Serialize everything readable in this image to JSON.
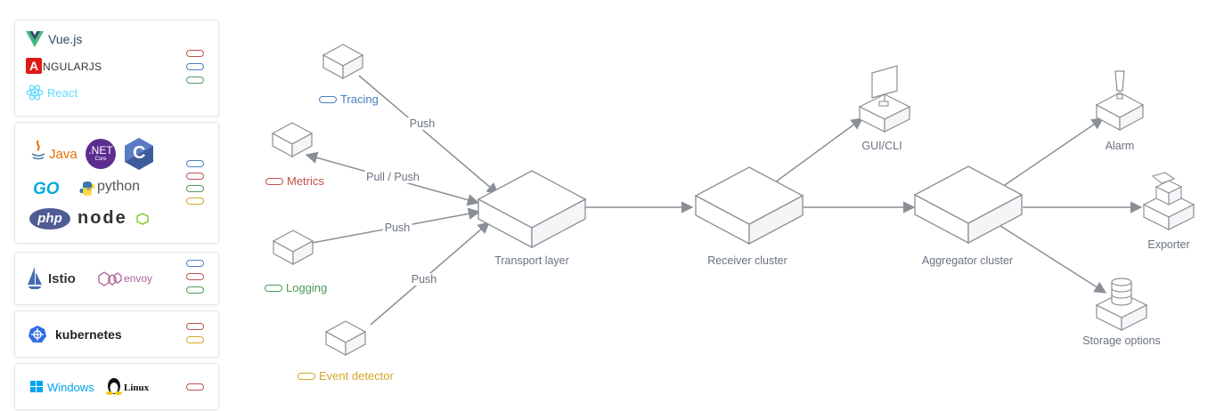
{
  "colors": {
    "tracing": "#4a7fc1",
    "metrics": "#c0504d",
    "logging": "#4e9a5a",
    "event": "#d4a72c",
    "edge": "#8a8f96",
    "label": "#6b7280",
    "box_border": "#e3e6ea"
  },
  "legend_groups": [
    {
      "name": "frontend-frameworks",
      "logos": [
        "Vue.js",
        "ANGULARJS",
        "React"
      ],
      "pills": [
        "metrics",
        "tracing",
        "logging"
      ]
    },
    {
      "name": "languages",
      "logos": [
        "Java",
        ".NET",
        "C",
        "GO",
        "python",
        "php",
        "node"
      ],
      "pills": [
        "tracing",
        "metrics",
        "logging",
        "event"
      ]
    },
    {
      "name": "service-mesh",
      "logos": [
        "Istio",
        "envoy"
      ],
      "pills": [
        "tracing",
        "metrics",
        "logging"
      ]
    },
    {
      "name": "orchestration",
      "logos": [
        "kubernetes"
      ],
      "pills": [
        "metrics",
        "event"
      ]
    },
    {
      "name": "os",
      "logos": [
        "Windows",
        "Linux"
      ],
      "pills": [
        "metrics"
      ]
    }
  ],
  "logos": {
    "vue": "Vue.js",
    "angular_a": "A",
    "angular": "NGULARJS",
    "react": "React",
    "java": "Java",
    "dotnet": ".NET",
    "dotnet_core": "Core",
    "c": "C",
    "go": "GO",
    "python": "python",
    "php": "php",
    "node": "node",
    "istio": "Istio",
    "envoy": "envoy",
    "kubernetes": "kubernetes",
    "windows": "Windows",
    "linux": "Linux"
  },
  "sources": {
    "tracing": "Tracing",
    "metrics": "Metrics",
    "logging": "Logging",
    "event": "Event detector"
  },
  "edges": {
    "push1": "Push",
    "pull_push": "Pull / Push",
    "push2": "Push",
    "push3": "Push"
  },
  "nodes": {
    "transport": "Transport layer",
    "receiver": "Receiver cluster",
    "gui": "GUI/CLI",
    "aggregator": "Aggregator cluster",
    "alarm": "Alarm",
    "exporter": "Exporter",
    "storage": "Storage options"
  }
}
